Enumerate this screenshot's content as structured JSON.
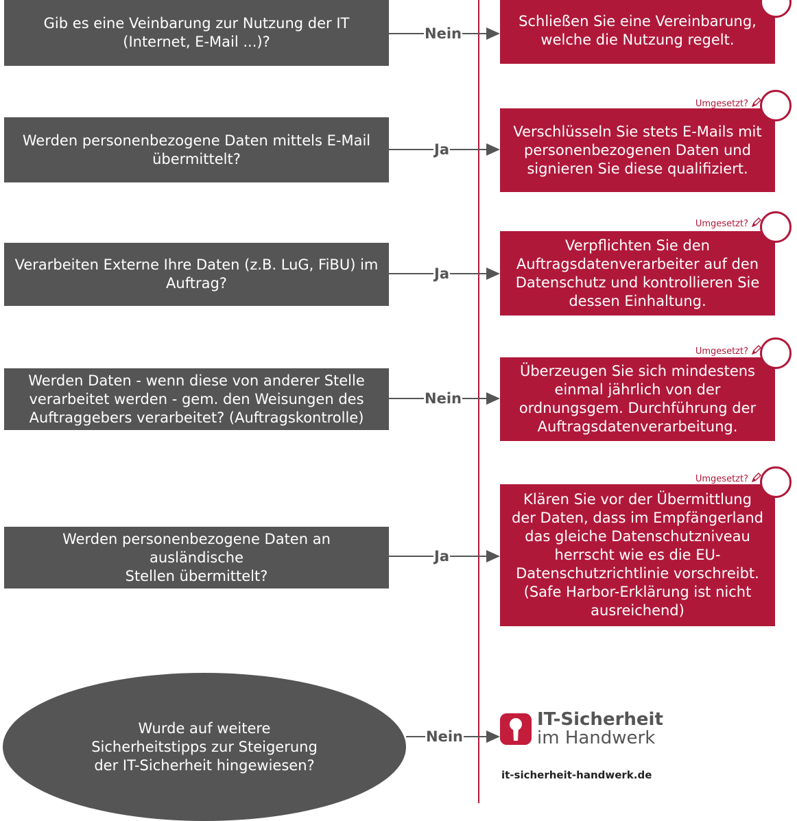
{
  "questions": [
    "Gib es eine Veinbarung zur Nutzung der IT\n(Internet, E-Mail ...)?",
    "Werden personenbezogene Daten mittels E-Mail\nübermittelt?",
    "Verarbeiten Externe Ihre Daten (z.B. LuG, FiBU) im\nAuftrag?",
    "Werden Daten - wenn diese von anderer Stelle\nverarbeitet werden - gem.  den Weisungen des\nAuftraggebers verarbeitet? (Auftragskontrolle)",
    "Werden personenbezogene Daten an ausländische\nStellen übermittelt?",
    "Wurde auf weitere\nSicherheitstipps zur Steigerung\nder IT-Sicherheit hingewiesen?"
  ],
  "answers": [
    "Nein",
    "Ja",
    "Ja",
    "Nein",
    "Ja",
    "Nein"
  ],
  "actions": [
    "Schließen Sie eine Vereinbarung,\nwelche die Nutzung regelt.",
    "Verschlüsseln Sie stets E-Mails mit\npersonenbezogenen Daten und\nsignieren Sie diese qualifiziert.",
    "Verpflichten Sie den\nAuftragsdatenverarbeiter auf den\nDatenschutz und kontrollieren Sie\ndessen Einhaltung.",
    "Überzeugen Sie sich mindestens\neinmal jährlich von der\nordnungsgem. Durchführung der\nAuftragsdatenverarbeitung.",
    "Klären Sie vor der Übermittlung\nder Daten, dass im Empfängerland\ndas gleiche Datenschutzniveau\nherrscht wie es die EU-\nDatenschutzrichtlinie vorschreibt.\n(Safe Harbor-Erklärung ist nicht\nausreichend)"
  ],
  "status_label": "Umgesetzt?",
  "logo": {
    "line1": "IT-Sicherheit",
    "line2": "im Handwerk",
    "url": "it-sicherheit-handwerk.de"
  },
  "colors": {
    "question_box": "#555555",
    "action_box": "#b0183a",
    "divider": "#b0183a"
  },
  "icons": [
    "pencil-icon",
    "checkbox-circle-icon",
    "keyhole-logo-icon",
    "arrow-right-icon"
  ]
}
